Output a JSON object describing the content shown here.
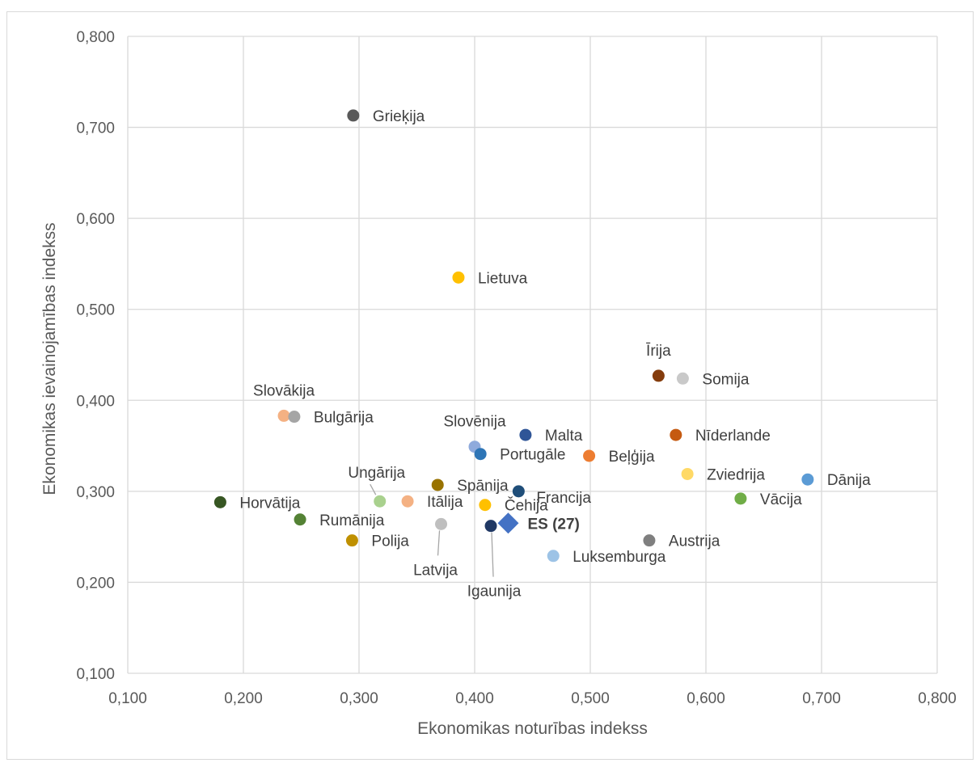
{
  "chart_data": {
    "type": "scatter",
    "xlabel": "Ekonomikas noturības indekss",
    "ylabel": "Ekonomikas ievainojamības indekss",
    "xlim": [
      0.1,
      0.8
    ],
    "ylim": [
      0.1,
      0.8
    ],
    "x_ticks": [
      "0,100",
      "0,200",
      "0,300",
      "0,400",
      "0,500",
      "0,600",
      "0,700",
      "0,800"
    ],
    "y_ticks": [
      "0,100",
      "0,200",
      "0,300",
      "0,400",
      "0,500",
      "0,600",
      "0,700",
      "0,800"
    ],
    "grid": true,
    "legend": "none",
    "points": [
      {
        "label": "Grieķija",
        "x": 0.295,
        "y": 0.713,
        "color": "#595959",
        "label_side": "right"
      },
      {
        "label": "Lietuva",
        "x": 0.386,
        "y": 0.535,
        "color": "#FFC000",
        "label_side": "right"
      },
      {
        "label": "Īrija",
        "x": 0.559,
        "y": 0.427,
        "color": "#843C0C",
        "label_side": "above"
      },
      {
        "label": "Somija",
        "x": 0.58,
        "y": 0.424,
        "color": "#C9C9C9",
        "label_side": "right"
      },
      {
        "label": "Slovākija",
        "x": 0.235,
        "y": 0.383,
        "color": "#F4B183",
        "label_side": "above"
      },
      {
        "label": "Bulgārija",
        "x": 0.244,
        "y": 0.382,
        "color": "#A5A5A5",
        "label_side": "right"
      },
      {
        "label": "Slovēnija",
        "x": 0.4,
        "y": 0.349,
        "color": "#8FAADC",
        "label_side": "above"
      },
      {
        "label": "Malta",
        "x": 0.444,
        "y": 0.362,
        "color": "#2F5597",
        "label_side": "right"
      },
      {
        "label": "Nīderlande",
        "x": 0.574,
        "y": 0.362,
        "color": "#C55A11",
        "label_side": "right"
      },
      {
        "label": "Portugāle",
        "x": 0.405,
        "y": 0.341,
        "color": "#2E75B6",
        "label_side": "right"
      },
      {
        "label": "Beļģija",
        "x": 0.499,
        "y": 0.339,
        "color": "#ED7D31",
        "label_side": "right"
      },
      {
        "label": "Zviedrija",
        "x": 0.584,
        "y": 0.319,
        "color": "#FFD966",
        "label_side": "right"
      },
      {
        "label": "Dānija",
        "x": 0.688,
        "y": 0.313,
        "color": "#5B9BD5",
        "label_side": "right"
      },
      {
        "label": "Spānija",
        "x": 0.368,
        "y": 0.307,
        "color": "#997300",
        "label_side": "right"
      },
      {
        "label": "Francija",
        "x": 0.438,
        "y": 0.3,
        "color": "#1F4E79",
        "label_side": "right-below"
      },
      {
        "label": "Vācija",
        "x": 0.63,
        "y": 0.292,
        "color": "#70AD47",
        "label_side": "right"
      },
      {
        "label": "Ungārija",
        "x": 0.318,
        "y": 0.289,
        "color": "#A9D18E",
        "label_side": "above-leader"
      },
      {
        "label": "Itālija",
        "x": 0.342,
        "y": 0.289,
        "color": "#F4B183",
        "label_side": "right"
      },
      {
        "label": "Horvātija",
        "x": 0.18,
        "y": 0.288,
        "color": "#375623",
        "label_side": "right"
      },
      {
        "label": "Čehija",
        "x": 0.409,
        "y": 0.285,
        "color": "#FFC000",
        "label_side": "right"
      },
      {
        "label": "Rumānija",
        "x": 0.249,
        "y": 0.269,
        "color": "#548235",
        "label_side": "right"
      },
      {
        "label": "Latvija",
        "x": 0.371,
        "y": 0.264,
        "color": "#BFBFBF",
        "label_side": "below-leader"
      },
      {
        "label": "Igaunija",
        "x": 0.414,
        "y": 0.262,
        "color": "#203864",
        "label_side": "below-leader"
      },
      {
        "label": "Polija",
        "x": 0.294,
        "y": 0.246,
        "color": "#BF9000",
        "label_side": "right"
      },
      {
        "label": "Austrija",
        "x": 0.551,
        "y": 0.246,
        "color": "#7F7F7F",
        "label_side": "right"
      },
      {
        "label": "Luksemburga",
        "x": 0.468,
        "y": 0.229,
        "color": "#9DC3E6",
        "label_side": "right"
      }
    ],
    "highlight": {
      "label": "ES (27)",
      "x": 0.429,
      "y": 0.265,
      "color": "#4472C4",
      "marker": "diamond"
    }
  }
}
